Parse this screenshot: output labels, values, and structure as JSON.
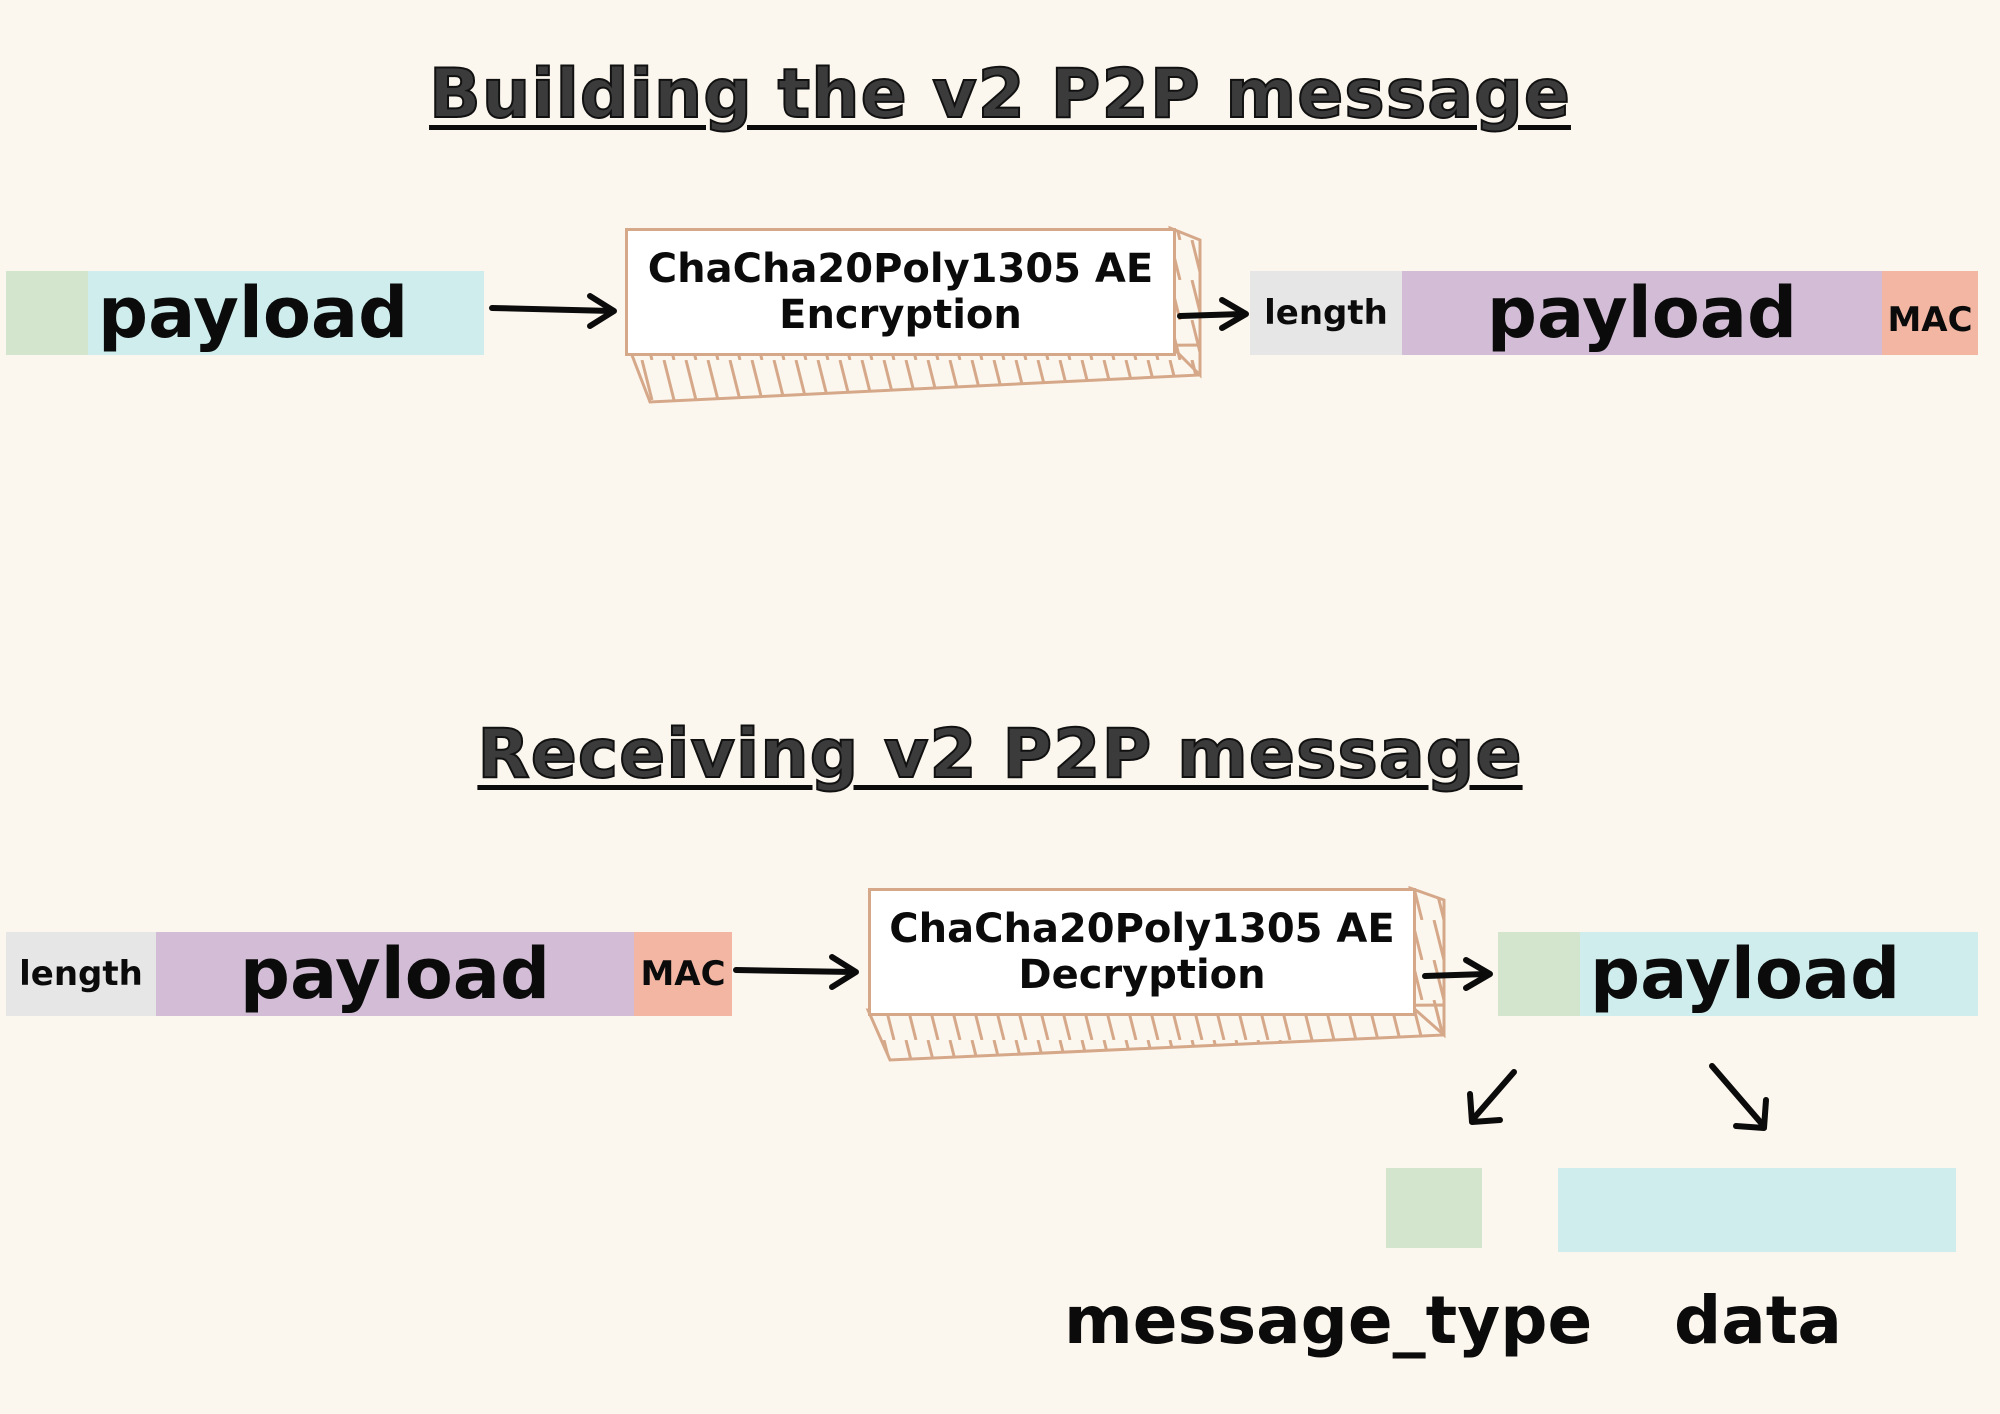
{
  "titles": {
    "building": "Building the v2 P2P message",
    "receiving": "Receiving v2 P2P message"
  },
  "building": {
    "input_payload": "payload",
    "box_line1": "ChaCha20Poly1305 AE",
    "box_line2": "Encryption",
    "out_length": "length",
    "out_payload": "payload",
    "out_mac": "MAC"
  },
  "receiving": {
    "in_length": "length",
    "in_payload": "payload",
    "in_mac": "MAC",
    "box_line1": "ChaCha20Poly1305 AE",
    "box_line2": "Decryption",
    "out_payload": "payload",
    "message_type_label": "message_type",
    "data_label": "data"
  },
  "colors": {
    "background": "#fcf7ee",
    "message_type": "#d3e6cd",
    "plain_payload": "#cfeded",
    "length": "#e6e6e6",
    "encrypted_payload": "#d2bcd6",
    "mac": "#f2b6a3",
    "box_border": "#d6a88a"
  }
}
